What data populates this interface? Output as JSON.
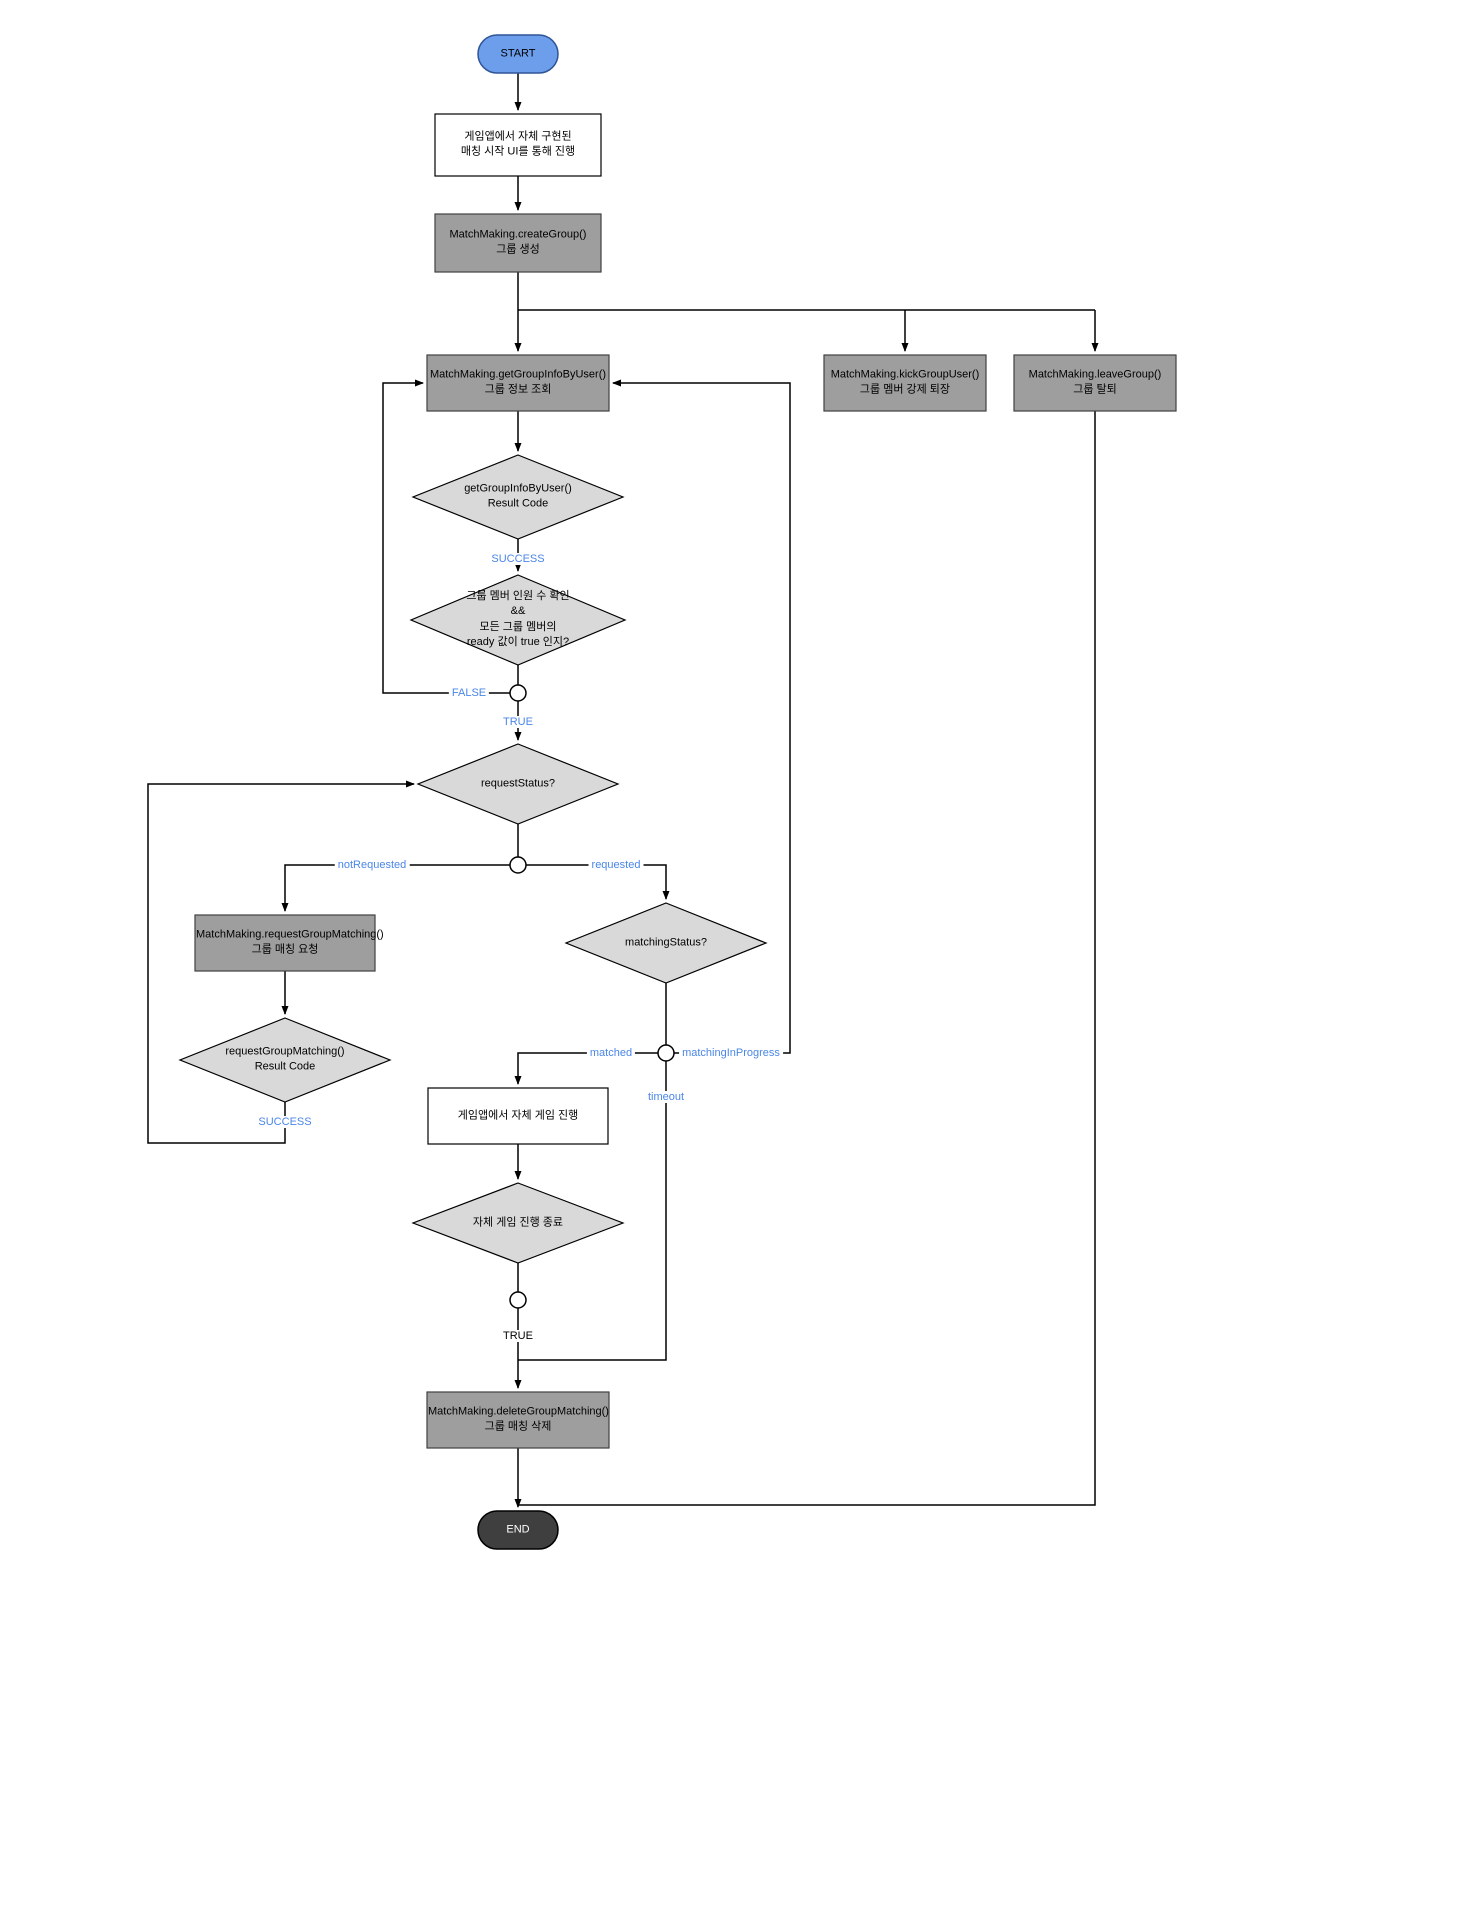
{
  "diagram": {
    "nodes": {
      "start": {
        "label": "START"
      },
      "ui_box": {
        "label": "게임앱에서 자체 구현된\n매칭 시작 UI를 통해 진행"
      },
      "create_group": {
        "label": "MatchMaking.createGroup()\n그룹 생성"
      },
      "get_group_info": {
        "label": "MatchMaking.getGroupInfoByUser()\n그룹 정보 조회"
      },
      "kick_group_user": {
        "label": "MatchMaking.kickGroupUser()\n그룹 멤버 강제 퇴장"
      },
      "leave_group": {
        "label": "MatchMaking.leaveGroup()\n그룹 탈퇴"
      },
      "result_code_decision": {
        "label": "getGroupInfoByUser()\nResult Code"
      },
      "member_ready_decision": {
        "label": "그룹 멤버 인원 수 확인\n&&\n모든 그룹 멤버의\nready 값이 true 인지?"
      },
      "request_status_decision": {
        "label": "requestStatus?"
      },
      "request_group_matching": {
        "label": "MatchMaking.requestGroupMatching()\n그룹 매칭 요청"
      },
      "request_matching_result_decision": {
        "label": "requestGroupMatching()\nResult Code"
      },
      "matching_status_decision": {
        "label": "matchingStatus?"
      },
      "game_play_box": {
        "label": "게임앱에서 자체 게임 진행"
      },
      "game_end_decision": {
        "label": "자체 게임 진행 종료"
      },
      "delete_group_matching": {
        "label": "MatchMaking.deleteGroupMatching()\n그룹 매칭 삭제"
      },
      "end": {
        "label": "END"
      }
    },
    "edge_labels": {
      "success_1": "SUCCESS",
      "false_1": "FALSE",
      "true_1": "TRUE",
      "not_requested": "notRequested",
      "requested": "requested",
      "success_2": "SUCCESS",
      "matched": "matched",
      "matching_in_progress": "matchingInProgress",
      "timeout": "timeout",
      "true_2": "TRUE"
    },
    "colors": {
      "start_fill": "#6d9eeb",
      "start_border": "#2f5597",
      "end_fill": "#3f3f3f",
      "process_fill": "#9e9e9e",
      "process_border": "#404040",
      "decision_fill": "#d9d9d9",
      "white_box_fill": "#ffffff",
      "edge_label_text": "#4a86e8",
      "line": "#000000"
    }
  }
}
